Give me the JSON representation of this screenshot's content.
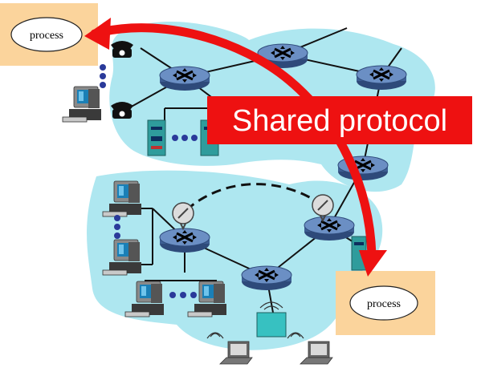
{
  "diagram": {
    "process_top_label": "process",
    "process_bottom_label": "process",
    "banner_label": "Shared protocol",
    "colors": {
      "network_region": "#aee7f0",
      "process_box": "#fbd49c",
      "router": "#5878a8",
      "arrow": "#ee1111",
      "banner": "#ee1111",
      "banner_text": "#ffffff",
      "server": "#2f9c9c",
      "access_point": "#37c1c1"
    },
    "icons": [
      "router-icon",
      "telephone-icon",
      "desktop-computer-icon",
      "server-icon",
      "satellite-dish-icon",
      "laptop-icon",
      "wireless-access-point-icon"
    ]
  }
}
